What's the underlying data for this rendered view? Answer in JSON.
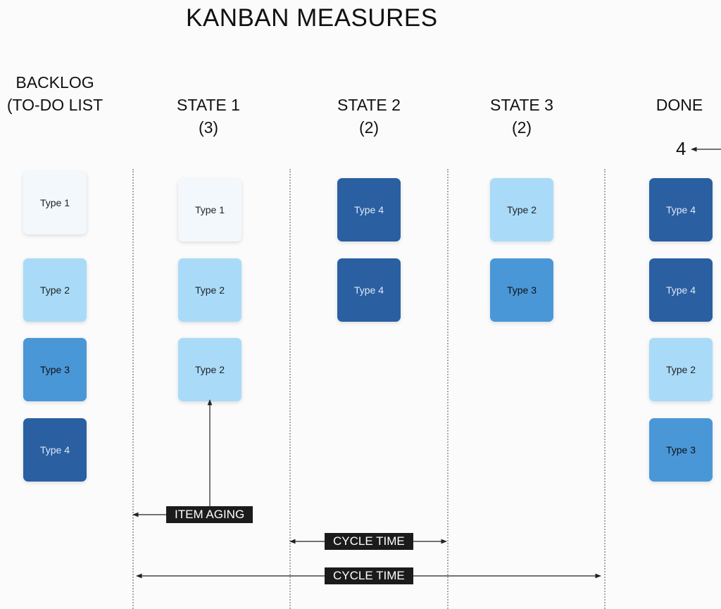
{
  "title": "KANBAN MEASURES",
  "columns": [
    {
      "line1": "BACKLOG",
      "line2": "(TO-DO LIST"
    },
    {
      "line1": "STATE 1",
      "line2": "(3)"
    },
    {
      "line1": "STATE 2",
      "line2": "(2)"
    },
    {
      "line1": "STATE 3",
      "line2": "(2)"
    },
    {
      "line1": "DONE",
      "line2": ""
    }
  ],
  "done_count": "4",
  "cards": {
    "backlog": [
      "Type 1",
      "Type 2",
      "Type 3",
      "Type 4"
    ],
    "state1": [
      "Type 1",
      "Type 2",
      "Type 2"
    ],
    "state2": [
      "Type 4",
      "Type 4"
    ],
    "state3": [
      "Type 2",
      "Type 3"
    ],
    "done": [
      "Type 4",
      "Type 4",
      "Type 2",
      "Type 3"
    ]
  },
  "labels": {
    "item_aging": "ITEM AGING",
    "cycle_time_short": "CYCLE TIME",
    "cycle_time_long": "CYCLE TIME"
  },
  "colors": {
    "type1": "#f3f8fd",
    "type2": "#a9dbf8",
    "type3": "#4a97d8",
    "type4": "#2a5fa2"
  }
}
